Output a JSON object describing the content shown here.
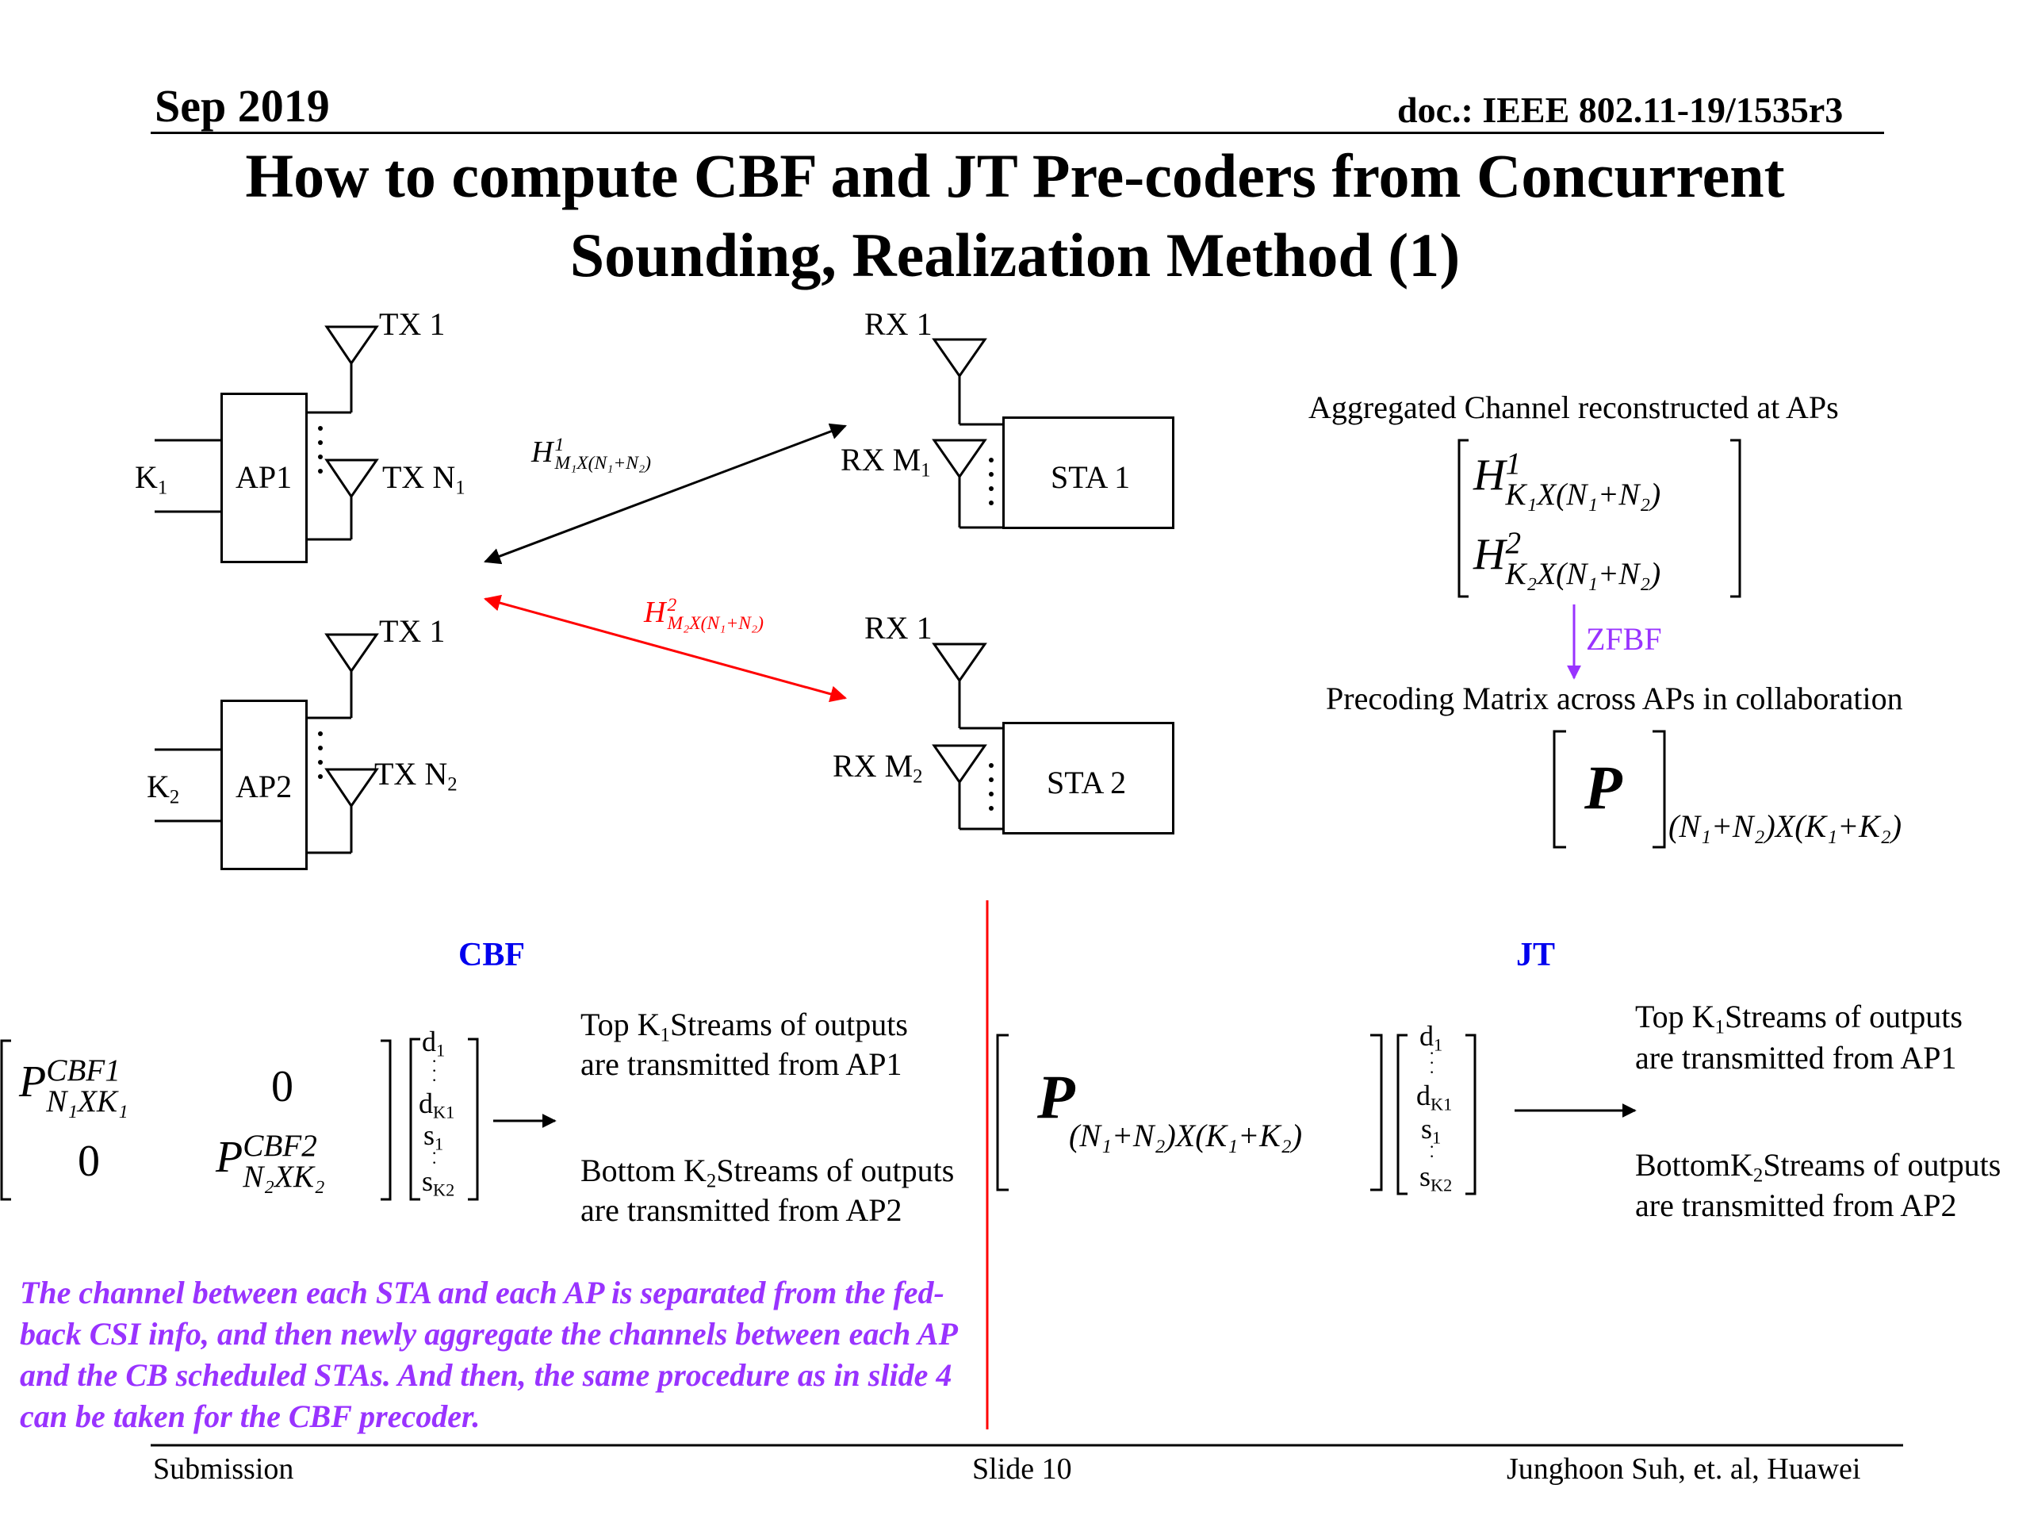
{
  "header": {
    "date": "Sep 2019",
    "doc": "doc.: IEEE 802.11-19/1535r3"
  },
  "title": {
    "line1": "How to compute CBF and JT Pre-coders from Concurrent",
    "line2": "Sounding, Realization Method (1)"
  },
  "diagram": {
    "ap1": {
      "label": "AP1",
      "k": "K",
      "k_sub": "1",
      "tx_top": "TX 1",
      "tx_bottom": "TX N",
      "tx_bottom_sub": "1"
    },
    "ap2": {
      "label": "AP2",
      "k": "K",
      "k_sub": "2",
      "tx_top": "TX 1",
      "tx_bottom": "TX N",
      "tx_bottom_sub": "2"
    },
    "sta1": {
      "label": "STA 1",
      "rx_top": "RX 1",
      "rx_bottom": "RX M",
      "rx_bottom_sub": "1"
    },
    "sta2": {
      "label": "STA 2",
      "rx_top": "RX 1",
      "rx_bottom": "RX M",
      "rx_bottom_sub": "2"
    },
    "channel1": {
      "base": "H",
      "sup": "1",
      "sub": "M₁X(N₁+N₂)",
      "color": "#000000"
    },
    "channel2": {
      "base": "H",
      "sup": "2",
      "sub": "M₂X(N₁+N₂)",
      "color": "#ff0000"
    }
  },
  "aggregate": {
    "caption": "Aggregated Channel reconstructed at APs",
    "row1_sup": "1",
    "row1_sub": "K₁X(N₁+N₂)",
    "row2_sup": "2",
    "row2_sub": "K₂X(N₁+N₂)",
    "base": "H",
    "arrow_label": "ZFBF",
    "precoding_caption": "Precoding Matrix across APs in collaboration",
    "p_symbol": "P",
    "p_dims": "(N₁+N₂)X(K₁+K₂)"
  },
  "cbf": {
    "heading": "CBF",
    "p1_sup": "CBF1",
    "p1_sub": "N₁XK₁",
    "p2_sup": "CBF2",
    "p2_sub": "N₂XK₂",
    "zero": "0",
    "base": "P",
    "vector": [
      "d",
      "1",
      "d",
      "K1",
      "s",
      "1",
      "s",
      "K2"
    ],
    "out_top_1": "Top K",
    "out_top_sub": "1",
    "out_top_2": "Streams of outputs",
    "out_top_line2": "are transmitted from AP1",
    "out_bot_1": "Bottom K",
    "out_bot_sub": "2",
    "out_bot_2": "Streams of outputs",
    "out_bot_line2": "are transmitted from AP2",
    "note": "The channel between each STA and each AP is separated from the fed-back CSI info, and then newly aggregate the channels between each AP and the CB scheduled STAs. And then, the same procedure as in slide 4 can be taken for the CBF precoder."
  },
  "jt": {
    "heading": "JT",
    "base": "P",
    "dims": "(N₁+N₂)X(K₁+K₂)",
    "vector": [
      "d",
      "1",
      "d",
      "K1",
      "s",
      "1",
      "s",
      "K2"
    ],
    "out_top_1": "Top K",
    "out_top_sub": "1",
    "out_top_2": "Streams of outputs",
    "out_top_line2": "are transmitted from AP1",
    "out_bot_1": "BottomK",
    "out_bot_sub": "2",
    "out_bot_2": "Streams of outputs",
    "out_bot_line2": "are transmitted from AP2"
  },
  "footer": {
    "left": "Submission",
    "center": "Slide 10",
    "right": "Junghoon Suh, et. al, Huawei"
  },
  "colors": {
    "section_heading": "#0000ee",
    "note": "#9933ff",
    "zfbf": "#9933ff",
    "divider": "#ff0000"
  }
}
